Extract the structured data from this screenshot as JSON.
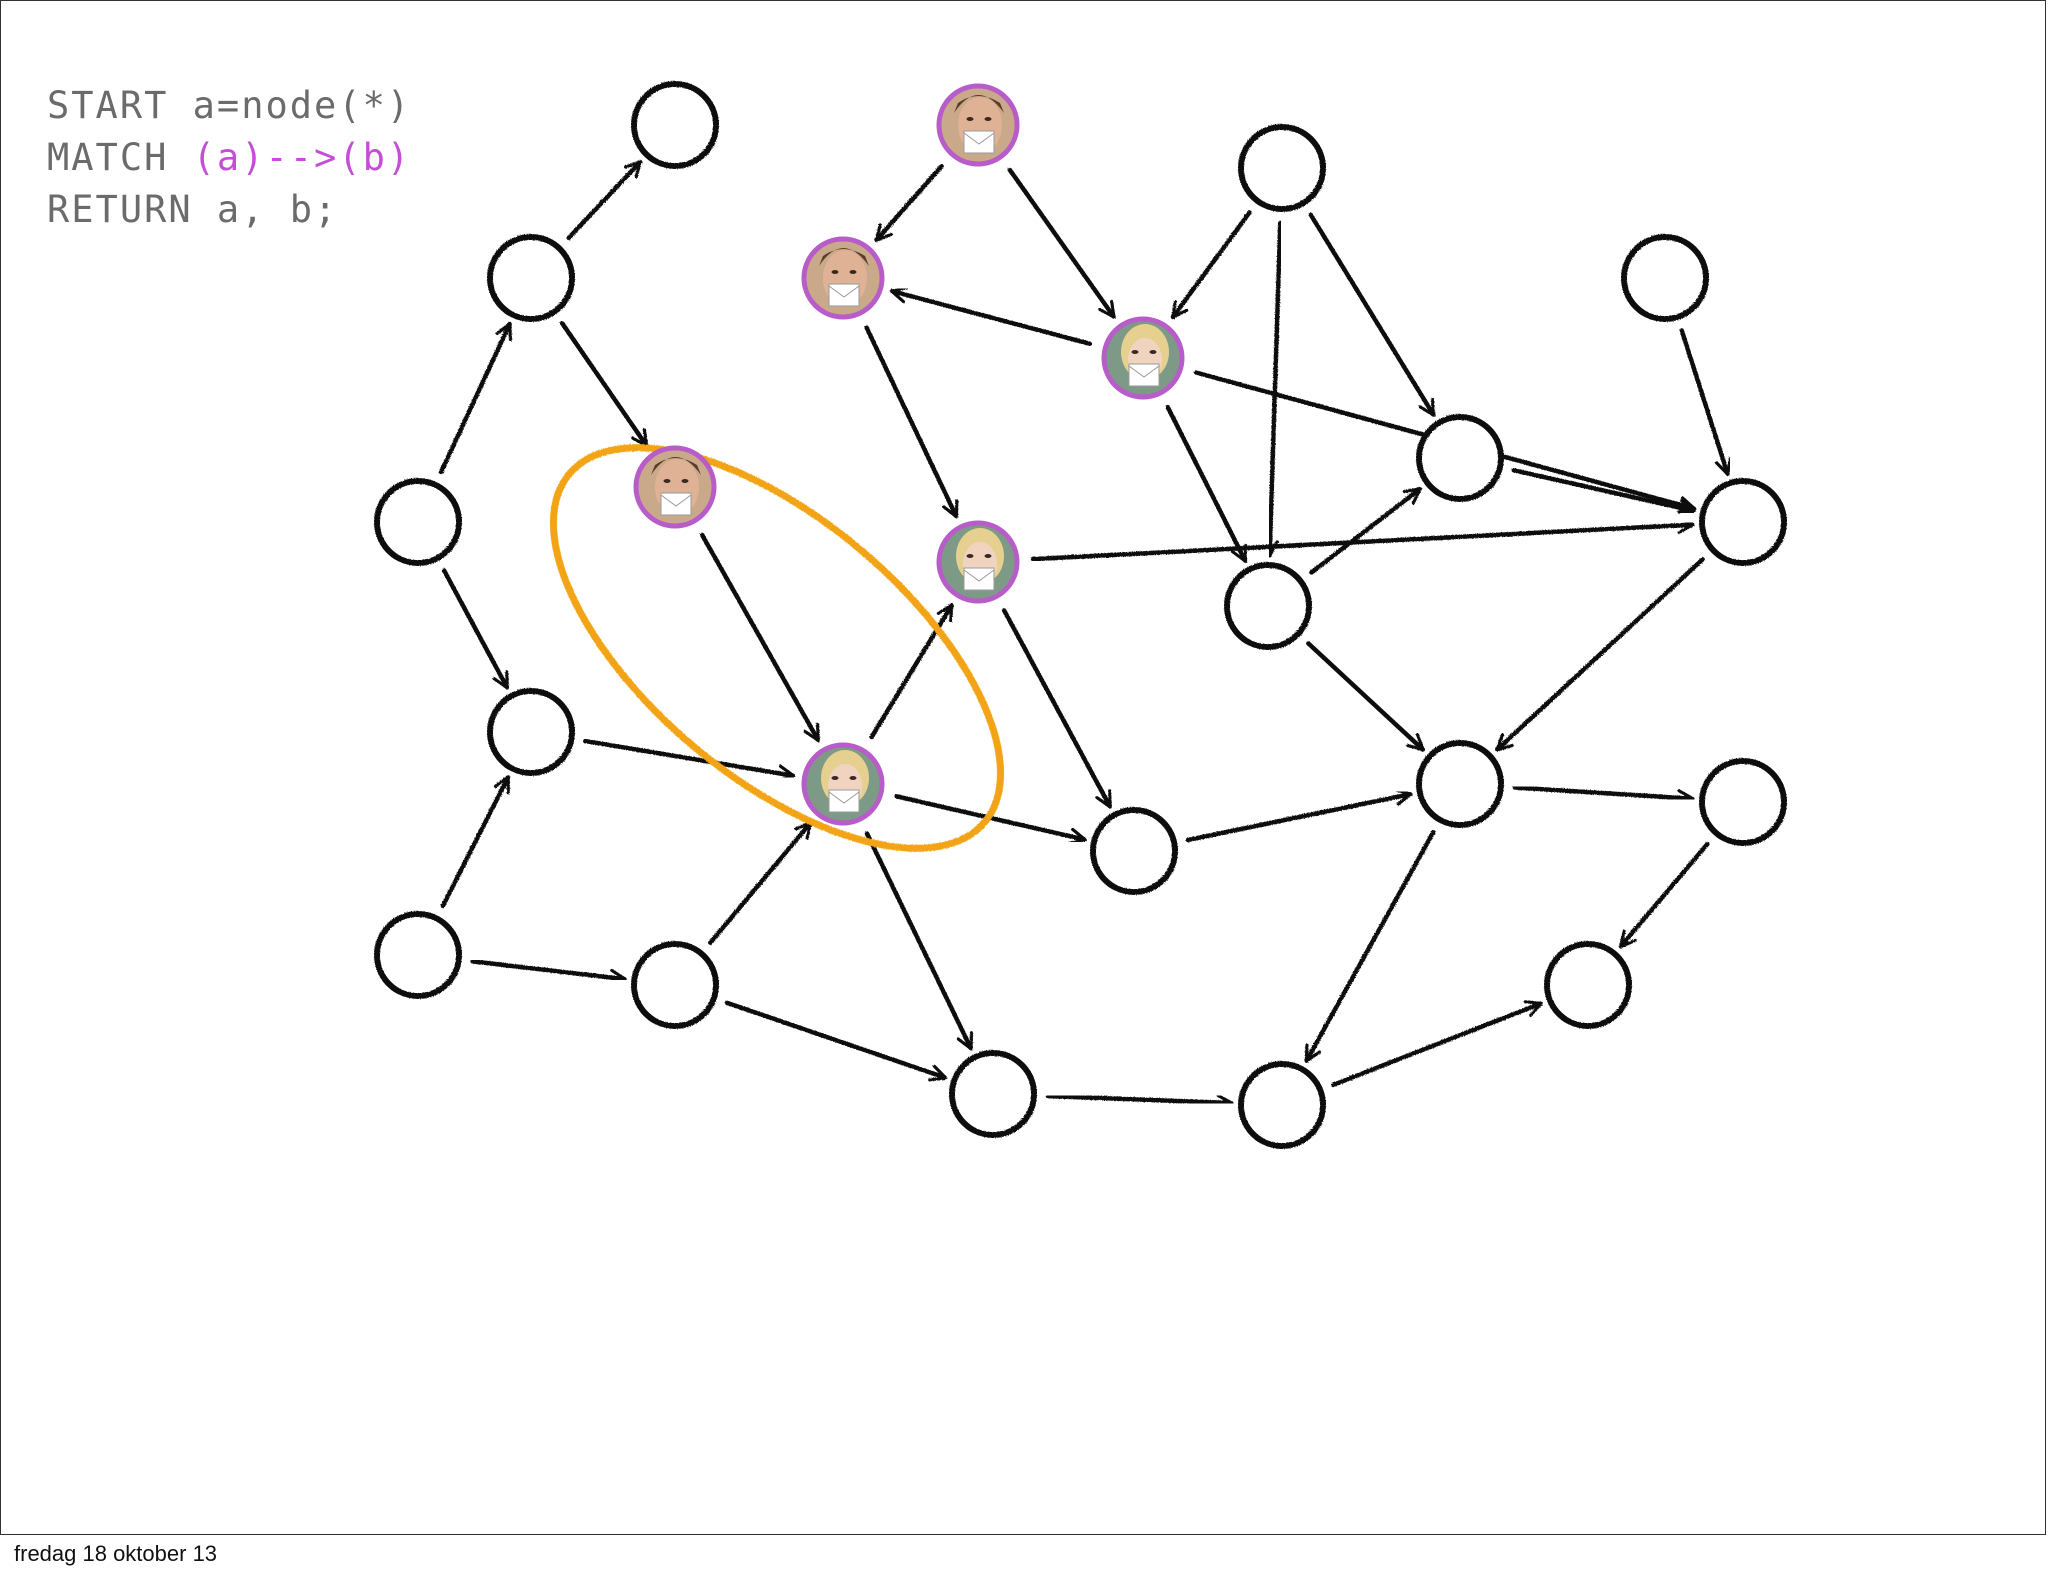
{
  "code": {
    "line1": "START a=node(*)",
    "line2_keyword": "MATCH ",
    "line2_pattern": "(a)-->(b)",
    "line3": "RETURN a, b;"
  },
  "footer": {
    "date": "fredag 18 oktober 13"
  },
  "colors": {
    "highlight": "#c44fd6",
    "code_text": "#6b6b6b",
    "ellipse": "#f2a413",
    "stroke": "#111111",
    "avatar_ring": "#b85cc9"
  },
  "graph": {
    "nodes": [
      {
        "id": "n1",
        "kind": "plain"
      },
      {
        "id": "n2",
        "kind": "avatar-boy"
      },
      {
        "id": "n3",
        "kind": "plain"
      },
      {
        "id": "n4",
        "kind": "plain"
      },
      {
        "id": "n5",
        "kind": "avatar-boy"
      },
      {
        "id": "n6",
        "kind": "avatar-girl"
      },
      {
        "id": "n7",
        "kind": "plain"
      },
      {
        "id": "n8",
        "kind": "plain"
      },
      {
        "id": "n9",
        "kind": "plain"
      },
      {
        "id": "n10",
        "kind": "avatar-boy"
      },
      {
        "id": "n11",
        "kind": "avatar-girl"
      },
      {
        "id": "n12",
        "kind": "plain"
      },
      {
        "id": "n13",
        "kind": "plain"
      },
      {
        "id": "n14",
        "kind": "avatar-girl"
      },
      {
        "id": "n15",
        "kind": "plain"
      },
      {
        "id": "n16",
        "kind": "plain"
      },
      {
        "id": "n17",
        "kind": "plain"
      },
      {
        "id": "n18",
        "kind": "plain"
      },
      {
        "id": "n19",
        "kind": "plain"
      },
      {
        "id": "n20",
        "kind": "plain"
      },
      {
        "id": "n21",
        "kind": "plain"
      },
      {
        "id": "n22",
        "kind": "plain"
      },
      {
        "id": "n23",
        "kind": "plain"
      }
    ],
    "edges": [
      [
        "n2",
        "n1"
      ],
      [
        "n2",
        "n5"
      ],
      [
        "n2",
        "n6"
      ],
      [
        "n4",
        "n1"
      ],
      [
        "n4",
        "n5"
      ],
      [
        "n4",
        "n10"
      ],
      [
        "n6",
        "n5"
      ],
      [
        "n6",
        "n12"
      ],
      [
        "n6",
        "n13"
      ],
      [
        "n3",
        "n8"
      ],
      [
        "n3",
        "n6"
      ],
      [
        "n3",
        "n12"
      ],
      [
        "n7",
        "n13"
      ],
      [
        "n8",
        "n13"
      ],
      [
        "n5",
        "n11"
      ],
      [
        "n9",
        "n4"
      ],
      [
        "n9",
        "n15"
      ],
      [
        "n10",
        "n14"
      ],
      [
        "n11",
        "n13"
      ],
      [
        "n11",
        "n16"
      ],
      [
        "n12",
        "n8"
      ],
      [
        "n12",
        "n17"
      ],
      [
        "n13",
        "n17"
      ],
      [
        "n8",
        "n17"
      ],
      [
        "n15",
        "n14"
      ],
      [
        "n14",
        "n11"
      ],
      [
        "n14",
        "n16"
      ],
      [
        "n14",
        "n20"
      ],
      [
        "n18",
        "n15"
      ],
      [
        "n18",
        "n19"
      ],
      [
        "n19",
        "n14"
      ],
      [
        "n19",
        "n20"
      ],
      [
        "n16",
        "n17"
      ],
      [
        "n17",
        "n21"
      ],
      [
        "n17",
        "n22"
      ],
      [
        "n21",
        "n23"
      ],
      [
        "n20",
        "n22"
      ],
      [
        "n22",
        "n23"
      ]
    ]
  }
}
